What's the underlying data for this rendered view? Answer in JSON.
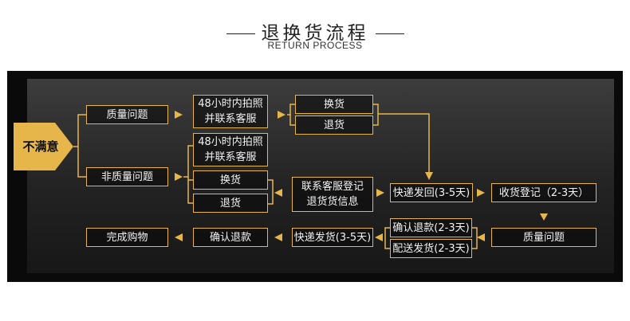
{
  "header": {
    "title": "退换货流程",
    "subtitle": "RETURN PROCESS"
  },
  "colors": {
    "accent": "#e6b64a",
    "panel": "#0a0a0a",
    "text": "#f2f2f2"
  },
  "flow": {
    "start": "不满意",
    "quality_issue": "质量问题",
    "non_quality_issue": "非质量问题",
    "photo_contact_1": "48小时内拍照\n并联系客服",
    "photo_contact_2": "48小时内拍照\n并联系客服",
    "exchange_1": "换货",
    "return_1": "退货",
    "exchange_2": "换货",
    "return_2": "退货",
    "register_info": "联系客服登记\n退货货信息",
    "express_return": "快递发回(3-5天)",
    "receive_register": "收货登记（2-3天）",
    "confirm_refund_1": "确认退款(2-3天)",
    "resend_goods": "配送发货(2-3天)",
    "quality_check": "质量问题",
    "express_ship": "快递发货(3-5天)",
    "confirm_refund_2": "确认退款",
    "purchase_done": "完成购物"
  }
}
